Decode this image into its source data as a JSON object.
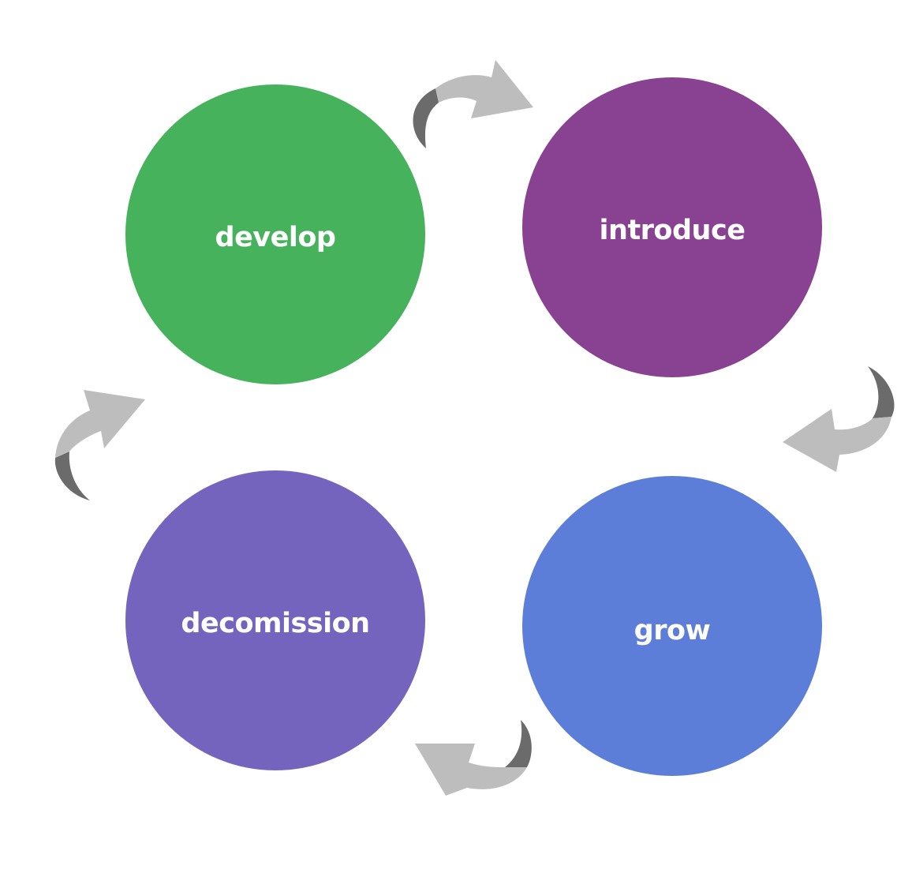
{
  "colors": {
    "develop": "#46b25b",
    "introduce": "#894192",
    "grow": "#5c7ed8",
    "decomission": "#7464bd",
    "arrow_light": "#bdbdbd",
    "arrow_dark": "#6b6b6b"
  },
  "stages": {
    "develop": "develop",
    "introduce": "introduce",
    "grow": "grow",
    "decomission": "decomission"
  },
  "arrows": [
    {
      "from": "develop",
      "to": "introduce",
      "icon": "curved-arrow-icon"
    },
    {
      "from": "introduce",
      "to": "grow",
      "icon": "curved-arrow-icon"
    },
    {
      "from": "grow",
      "to": "decomission",
      "icon": "curved-arrow-icon"
    },
    {
      "from": "decomission",
      "to": "develop",
      "icon": "curved-arrow-icon"
    }
  ]
}
